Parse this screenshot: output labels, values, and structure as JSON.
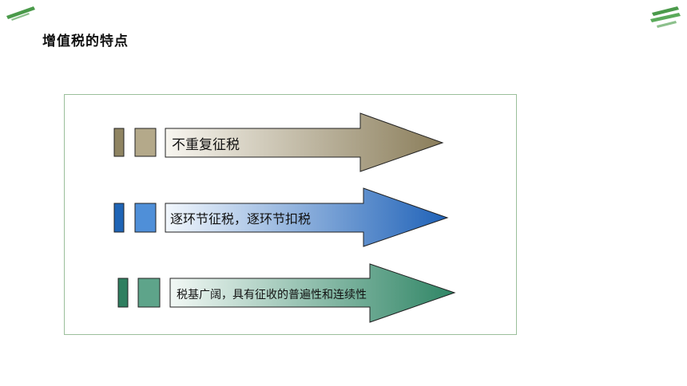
{
  "title": "增值税的特点",
  "colors": {
    "accent_green": "#4a9a4a",
    "frame_border": "#9bbf9b"
  },
  "arrows": [
    {
      "label": "不重复征税",
      "color_dark": "#8a7d5a",
      "color_light": "#f8f6f0",
      "block_dark": "#8f8462",
      "block_light": "#b4a98a"
    },
    {
      "label": "逐环节征税，逐环节扣税",
      "color_dark": "#1f62b8",
      "color_light": "#f2f7fd",
      "block_dark": "#1f64b5",
      "block_light": "#4f8fd8"
    },
    {
      "label": "税基广阔，具有征收的普遍性和连续性",
      "color_dark": "#2f8565",
      "color_light": "#f2f8f5",
      "block_dark": "#2f7f60",
      "block_light": "#5ea48a"
    }
  ]
}
